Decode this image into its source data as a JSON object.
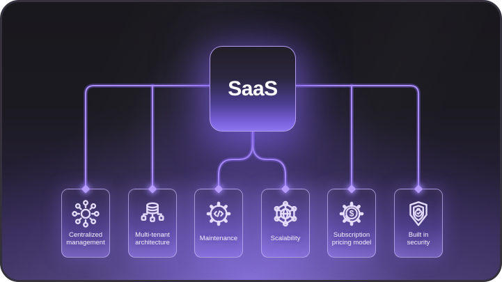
{
  "diagram": {
    "root": {
      "title": "SaaS"
    },
    "nodes": [
      {
        "label": "Centralized management",
        "icon": "hub-network-icon"
      },
      {
        "label": "Multi-tenant architecture",
        "icon": "database-tenants-icon"
      },
      {
        "label": "Maintenance",
        "icon": "gear-code-icon"
      },
      {
        "label": "Scalability",
        "icon": "network-globe-icon"
      },
      {
        "label": "Subscription pricing model",
        "icon": "gear-dollar-icon"
      },
      {
        "label": "Built in security",
        "icon": "shield-lock-icon"
      }
    ],
    "glyphs": {
      "dollar": "$"
    },
    "colors": {
      "connector": "#ab8df8",
      "node_border": "#cbbcfa",
      "background_dark": "#19181d",
      "glow_purple": "#8b73e5",
      "text": "#f4f0fd"
    }
  }
}
